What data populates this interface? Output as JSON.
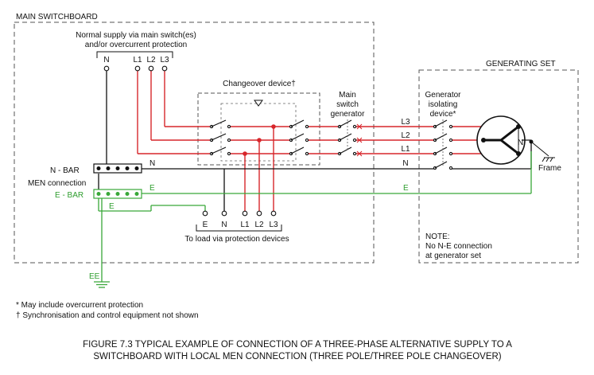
{
  "colors": {
    "red": "#d7262b",
    "green": "#39a839",
    "black": "#111111",
    "dash": "#555555"
  },
  "labels": {
    "main_switchboard": "MAIN SWITCHBOARD",
    "normal_supply_1": "Normal supply via main switch(es)",
    "normal_supply_2": "and/or overcurrent protection",
    "n": "N",
    "l1": "L1",
    "l2": "L2",
    "l3": "L3",
    "changeover": "Changeover device†",
    "main_switch_1": "Main",
    "main_switch_2": "switch",
    "main_switch_3": "generator",
    "generating_set": "GENERATING SET",
    "gen_iso_1": "Generator",
    "gen_iso_2": "isolating",
    "gen_iso_3": "device*",
    "n_bar": "N - BAR",
    "men_connection": "MEN connection",
    "e_bar": "E - BAR",
    "e": "E",
    "ee": "EE",
    "to_load": "To load via protection devices",
    "frame": "Frame",
    "note_1": "NOTE:",
    "note_2": "No N-E connection",
    "note_3": "at generator set"
  },
  "footnotes": {
    "f1": "* May include overcurrent protection",
    "f2": "† Synchronisation and control equipment not shown"
  },
  "caption": {
    "line1": "FIGURE  7.3  TYPICAL EXAMPLE OF CONNECTION OF A THREE-PHASE ALTERNATIVE SUPPLY TO A",
    "line2": "SWITCHBOARD WITH LOCAL MEN CONNECTION (THREE POLE/THREE POLE CHANGEOVER)"
  }
}
